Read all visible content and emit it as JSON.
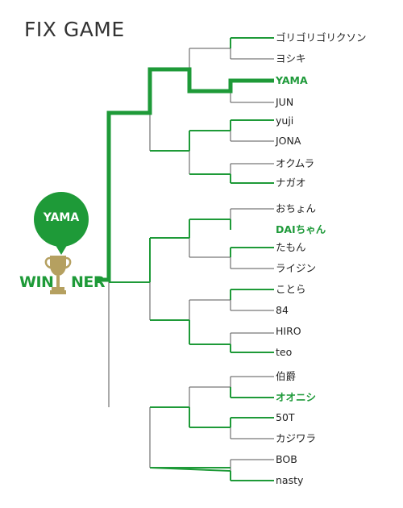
{
  "title": "FIX GAME",
  "champion": "YAMA",
  "winner_label_left": "WIN",
  "winner_label_right": "NER",
  "colors": {
    "line": "#1e9a38",
    "thin": "#555555",
    "winner_text": "#1f9a3a",
    "trophy": "#b5a060"
  },
  "players": [
    {
      "name": "ゴリゴリゴリクソン",
      "winner": false
    },
    {
      "name": "ヨシキ",
      "winner": false
    },
    {
      "name": "YAMA",
      "winner": true
    },
    {
      "name": "JUN",
      "winner": false
    },
    {
      "name": "yuji",
      "winner": false
    },
    {
      "name": "JONA",
      "winner": false
    },
    {
      "name": "オクムラ",
      "winner": false
    },
    {
      "name": "ナガオ",
      "winner": false
    },
    {
      "name": "おちょん",
      "winner": false
    },
    {
      "name": "DAIちゃん",
      "winner": true
    },
    {
      "name": "たもん",
      "winner": false
    },
    {
      "name": "ライジン",
      "winner": false
    },
    {
      "name": "ことら",
      "winner": false
    },
    {
      "name": "84",
      "winner": false
    },
    {
      "name": "HIRO",
      "winner": false
    },
    {
      "name": "teo",
      "winner": false
    },
    {
      "name": "伯爵",
      "winner": false
    },
    {
      "name": "オオニシ",
      "winner": true
    },
    {
      "name": "50T",
      "winner": false
    },
    {
      "name": "カジワラ",
      "winner": false
    },
    {
      "name": "BOB",
      "winner": false
    },
    {
      "name": "nasty",
      "winner": false
    }
  ]
}
